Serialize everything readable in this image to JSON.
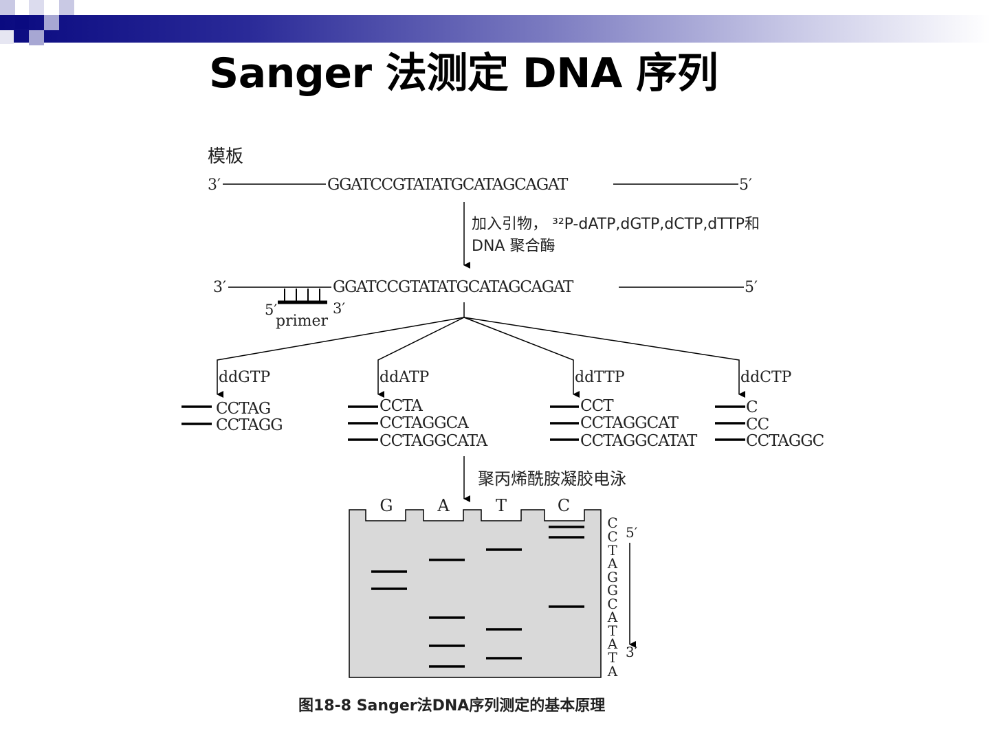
{
  "title": "Sanger 法测定 DNA 序列",
  "template_label": "模板",
  "template": {
    "left_end": "3′",
    "sequence": "GGATCCGTATATGCATAGCAGAT",
    "right_end": "5′"
  },
  "step1_text": {
    "line1": "加入引物， ³²P-dATP,dGTP,dCTP,dTTP和",
    "line2": "DNA 聚合酶"
  },
  "primer": {
    "five_prime": "5′",
    "label": "primer",
    "three_prime": "3′"
  },
  "reactions": [
    {
      "label": "ddGTP",
      "fragments": [
        "CCTAG",
        "CCTAGG"
      ]
    },
    {
      "label": "ddATP",
      "fragments": [
        "CCTA",
        "CCTAGGCA",
        "CCTAGGCATA"
      ]
    },
    {
      "label": "ddTTP",
      "fragments": [
        "CCT",
        "CCTAGGCAT",
        "CCTAGGCATAT"
      ]
    },
    {
      "label": "ddCTP",
      "fragments": [
        "C",
        "CC",
        "CCTAGGC"
      ]
    }
  ],
  "step2_text": "聚丙烯酰胺凝胶电泳",
  "gel": {
    "lanes": [
      "G",
      "A",
      "T",
      "C"
    ],
    "read_sequence": [
      "C",
      "C",
      "T",
      "A",
      "G",
      "G",
      "C",
      "A",
      "T",
      "A",
      "T",
      "A"
    ],
    "direction_top": "5′",
    "direction_bottom": "3′"
  },
  "caption": "图18-8 Sanger法DNA序列测定的基本原理"
}
